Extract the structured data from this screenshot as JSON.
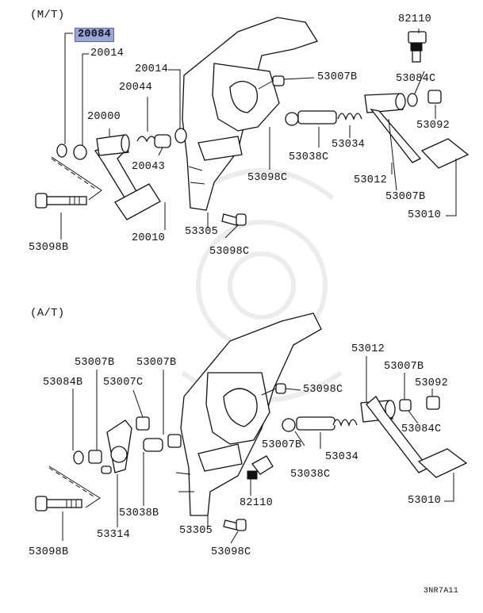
{
  "sections": {
    "manual": "(M/T)",
    "automatic": "(A/T)"
  },
  "highlight_color": "#9aa6da",
  "labels": {
    "mt": {
      "p20084": "20084",
      "p20014a": "20014",
      "p20014b": "20014",
      "p20044": "20044",
      "p20000": "20000",
      "p20043": "20043",
      "p20010": "20010",
      "p53098b": "53098B",
      "p53305": "53305",
      "p53098c_a": "53098C",
      "p53098c_b": "53098C",
      "p53007b_a": "53007B",
      "p53038c": "53038C",
      "p53034": "53034",
      "p82110": "82110",
      "p53084c": "53084C",
      "p53092": "53092",
      "p53012": "53012",
      "p53007b_b": "53007B",
      "p53010": "53010"
    },
    "at": {
      "p53007b_a": "53007B",
      "p53007b_b": "53007B",
      "p53084b": "53084B",
      "p53007c": "53007C",
      "p53098c_a": "53098C",
      "p53012": "53012",
      "p53007b_c": "53007B",
      "p53092": "53092",
      "p53084c": "53084C",
      "p53007b_d": "53007B",
      "p53034": "53034",
      "p53038c": "53038C",
      "p53038b": "53038B",
      "p82110": "82110",
      "p53314": "53314",
      "p53010": "53010",
      "p53098b": "53098B",
      "p53305": "53305",
      "p53098c_b": "53098C"
    }
  },
  "diagram_code": "3NR7A11"
}
